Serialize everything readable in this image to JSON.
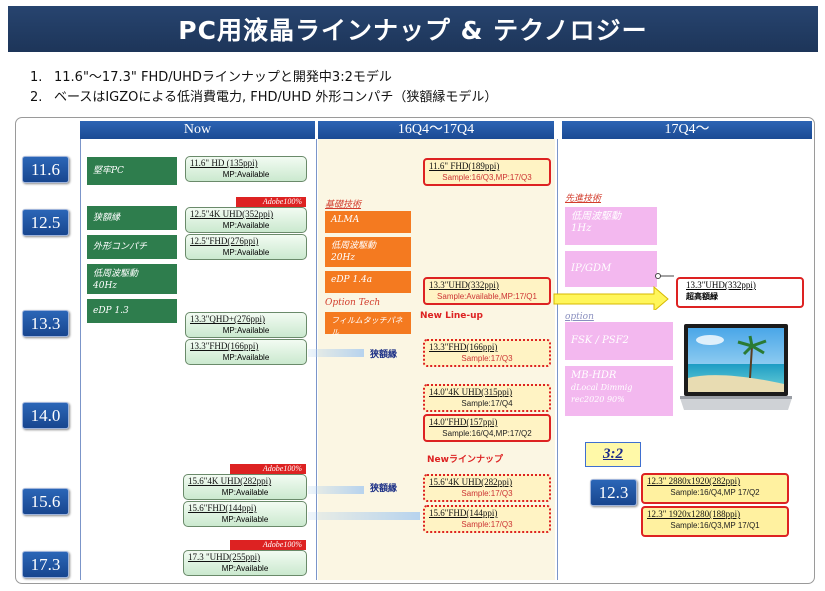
{
  "title": "PC用液晶ラインナップ & テクノロジー",
  "bullets": [
    {
      "num": "1.",
      "text": "11.6\"～17.3\" FHD/UHDラインナップと開発中3:2モデル"
    },
    {
      "num": "2.",
      "text": "ベースはIGZOによる低消費電力, FHD/UHD 外形コンパチ（狭額縁モデル）"
    }
  ],
  "columns": {
    "now": "Now",
    "mid": "16Q4～17Q4",
    "future": "17Q4～"
  },
  "sizes": [
    "11.6",
    "12.5",
    "13.3",
    "14.0",
    "15.6",
    "17.3"
  ],
  "now_features": [
    "堅牢PC",
    "狭額縁",
    "外形コンパチ",
    "低周波駆動",
    "40Hz",
    "eDP 1.3"
  ],
  "now_models": [
    {
      "title": "11.6\" HD (135ppi)",
      "status": "MP:Available"
    },
    {
      "title": "12.5\"4K UHD(352ppi)",
      "status": "MP:Available"
    },
    {
      "title": "12.5\"FHD(276ppi)",
      "status": "MP:Available"
    },
    {
      "title": "13.3\"QHD+(276ppi)",
      "status": "MP:Available"
    },
    {
      "title": "13.3\"FHD(166ppi)",
      "status": "MP:Available"
    },
    {
      "title": "15.6\"4K UHD(282ppi)",
      "status": "MP:Available"
    },
    {
      "title": "15.6\"FHD(144ppi)",
      "status": "MP:Available"
    },
    {
      "title": "17.3 \"UHD(255ppi)",
      "status": "MP:Available"
    }
  ],
  "adobe_label": "Adobe100%",
  "mid_labels": {
    "base_tech": "基礎技術",
    "option_tech": "Option Tech",
    "new_lineup_en": "New Line-up",
    "new_lineup_jp": "Newラインナップ",
    "narrow_bezel": "狭額縁"
  },
  "mid_tech": [
    "ALMA",
    "低周波駆動",
    "20Hz",
    "eDP 1.4a",
    "フィルムタッチパネル"
  ],
  "mid_models": [
    {
      "title": "11.6\" FHD(189ppi)",
      "status": "Sample:16/Q3,MP:17/Q3"
    },
    {
      "title": "13.3\"UHD(332ppi)",
      "status": "Sample:Available,MP:17/Q1"
    },
    {
      "title": "13.3\"FHD(166ppi)",
      "status": "Sample:17/Q3"
    },
    {
      "title": "14.0\"4K UHD(315ppi)",
      "status": "Sample:17/Q4"
    },
    {
      "title": "14.0\"FHD(157ppi)",
      "status": "Sample:16/Q4,MP:17/Q2"
    },
    {
      "title": "15.6\"4K UHD(282ppi)",
      "status": "Sample:17/Q3"
    },
    {
      "title": "15.6\"FHD(144ppi)",
      "status": "Sample:17/Q3"
    }
  ],
  "future_labels": {
    "advanced_tech": "先進技術",
    "option": "option",
    "ratio": "3:2",
    "ratio_size": "12.3"
  },
  "future_tech": [
    "低周波駆動",
    "1Hz",
    "IP/GDM",
    "FSK / PSF2",
    "MB-HDR",
    "dLocal Dimmig",
    "rec2020 90%"
  ],
  "future_model": {
    "title": "13.3\"UHD(332ppi)",
    "note": "超高額緑"
  },
  "future_32_models": [
    {
      "title": "12.3\" 2880x1920(282ppi)",
      "status": "Sample:16/Q4,MP 17/Q2"
    },
    {
      "title": "12.3\" 1920x1280(188ppi)",
      "status": "Sample:16/Q3,MP 17/Q1"
    }
  ],
  "colors": {
    "title_bg": "#1f3a60",
    "col_header": "#1f4f9c",
    "now_feature": "#2e7d4d",
    "mid_tech": "#f47a20",
    "future_tech": "#f3b8ef",
    "highlight_red": "#dd2222",
    "mid_zone": "#fbf6e3"
  }
}
